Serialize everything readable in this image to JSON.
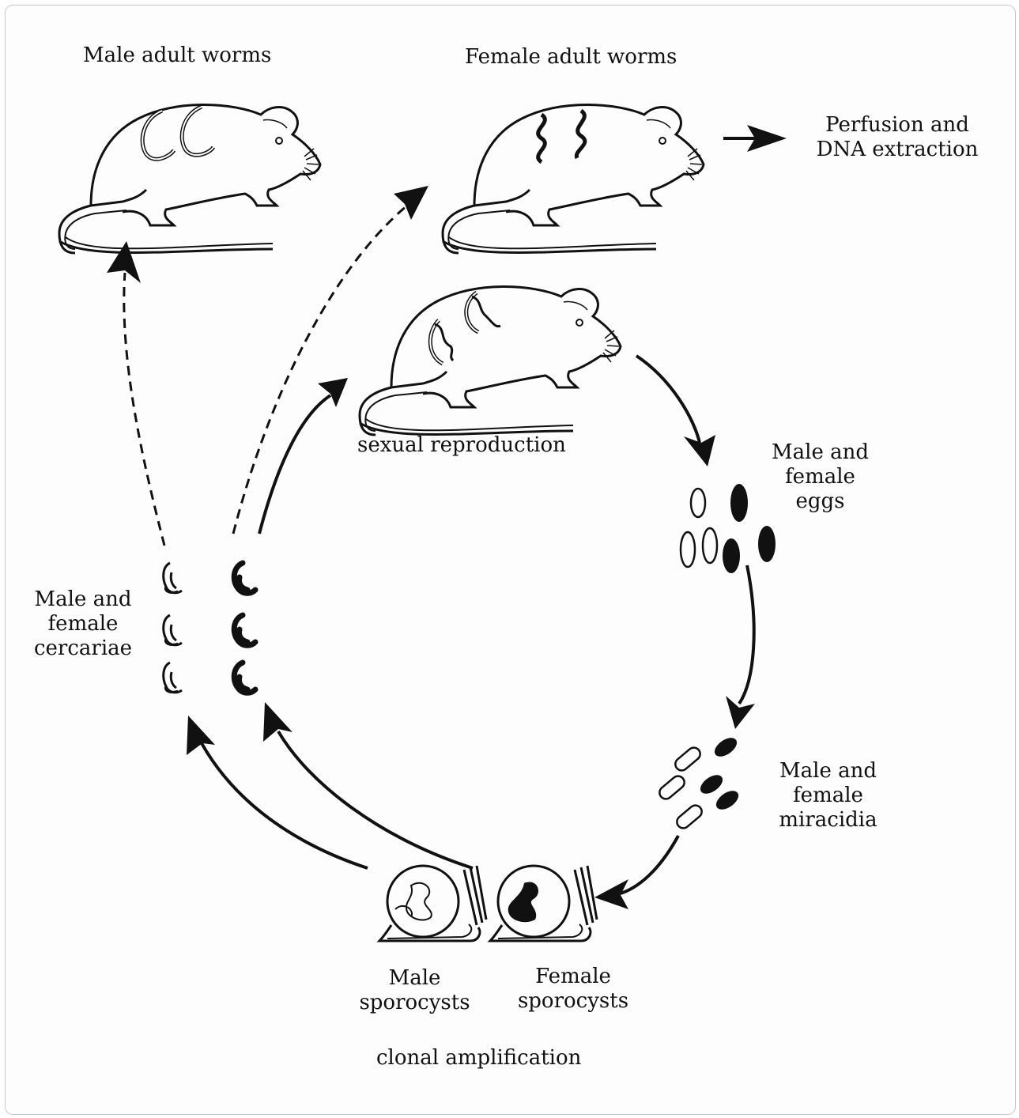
{
  "labels": {
    "male_adult_worms": "Male adult worms",
    "female_adult_worms": "Female adult worms",
    "perfusion": "Perfusion and\nDNA extraction",
    "sexual_reproduction": "sexual reproduction",
    "eggs": "Male and\nfemale\neggs",
    "miracidia": "Male and\nfemale\nmiracidia",
    "cercariae": "Male and\nfemale\ncercariae",
    "male_sporocysts": "Male\nsporocysts",
    "female_sporocysts": "Female\nsporocysts",
    "clonal_amplification": "clonal amplification"
  },
  "colors": {
    "ink": "#111111",
    "frame_border": "#c8c8c8",
    "background": "#fdfdfd"
  }
}
